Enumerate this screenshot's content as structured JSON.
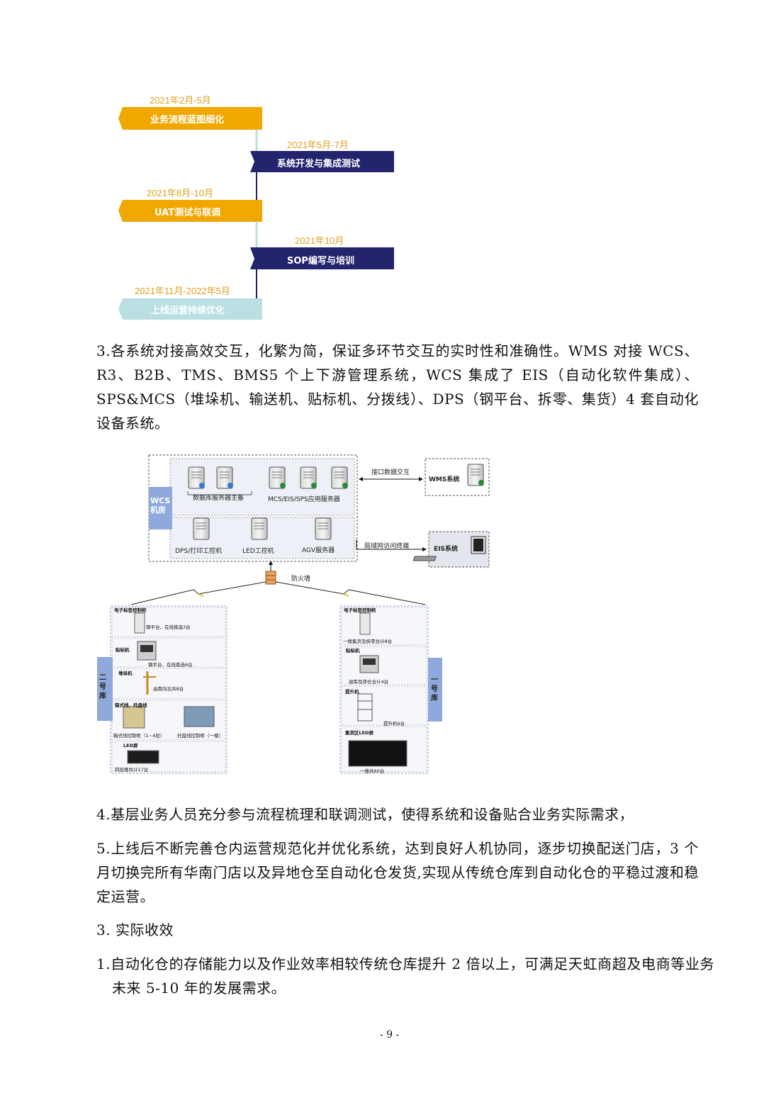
{
  "timeline": {
    "items": [
      {
        "date": "2021年2月-5月",
        "label": "业务流程蓝图细化"
      },
      {
        "date": "2021年5月-7月",
        "label": "系统开发与集成测试"
      },
      {
        "date": "2021年8月-10月",
        "label": "UAT测试与联调"
      },
      {
        "date": "2021年10月",
        "label": "SOP编写与培训"
      },
      {
        "date": "2021年11月-2022年5月",
        "label": "上线运营持续优化"
      }
    ],
    "colors": {
      "orange": "#f0a800",
      "navy": "#23236e",
      "lightblue": "#b9dfe3"
    }
  },
  "paragraphs": {
    "p3": "3.各系统对接高效交互，化繁为简，保证多环节交互的实时性和准确性。WMS 对接 WCS、R3、B2B、TMS、BMS5 个上下游管理系统，WCS 集成了 EIS（自动化软件集成）、SPS&MCS（堆垛机、输送机、贴标机、分拨线）、DPS（钢平台、拆零、集货）4 套自动化设备系统。",
    "p4": "4.基层业务人员充分参与流程梳理和联调测试，使得系统和设备贴合业务实际需求，",
    "p5": "5.上线后不断完善仓内运营规范化并优化系统，达到良好人机协同，逐步切换配送门店，3 个月切换完所有华南门店以及异地仓至自动化仓发货,实现从传统仓库到自动化仓的平稳过渡和稳定运营。",
    "h3": "3. 实际收效",
    "p6": "1.自动化仓的存储能力以及作业效率相较传统仓库提升 2 倍以上，可满足天虹商超及电商等业务未来 5-10 年的发展需求。"
  },
  "diagram": {
    "wcs_room": "WCS机房",
    "db_servers": "数据库服务器主备",
    "app_servers": "MCS/EIS/SPS应用服务器",
    "dps_ipc": "DPS/打印工控机",
    "led_ipc": "LED工控机",
    "agv_server": "AGV服务器",
    "interface_label": "接口数据交互",
    "wms": "WMS系统",
    "lan_label": "局域网访问终端",
    "eis": "EIS系统",
    "firewall": "防火墙",
    "left_wh": {
      "label": "二号库",
      "rows": [
        {
          "title": "电子标签控制柜",
          "note": "钢平台、在线拣选3台"
        },
        {
          "title": "贴标机",
          "note": "钢平台、在线拣选6台"
        },
        {
          "title": "堆垛机",
          "note": "由南向北共8台"
        },
        {
          "title": "箱式线、托盘线",
          "note_a": "箱式线控制柜（1~4层）",
          "note_b": "托盘线控制柜（一楼）"
        },
        {
          "title": "LED屏",
          "note": "四层楼共计17台"
        }
      ]
    },
    "right_wh": {
      "label": "一号库",
      "rows": [
        {
          "title": "电子标签控制柜",
          "note": "一楼集货及拆零合计8台"
        },
        {
          "title": "贴标机",
          "note": "退库及存仓合计4台"
        },
        {
          "title": "提升机",
          "note": "提升机6台"
        },
        {
          "title": "集货区LED屏",
          "note": "一楼共60台"
        }
      ]
    }
  },
  "page_number": "- 9 -"
}
